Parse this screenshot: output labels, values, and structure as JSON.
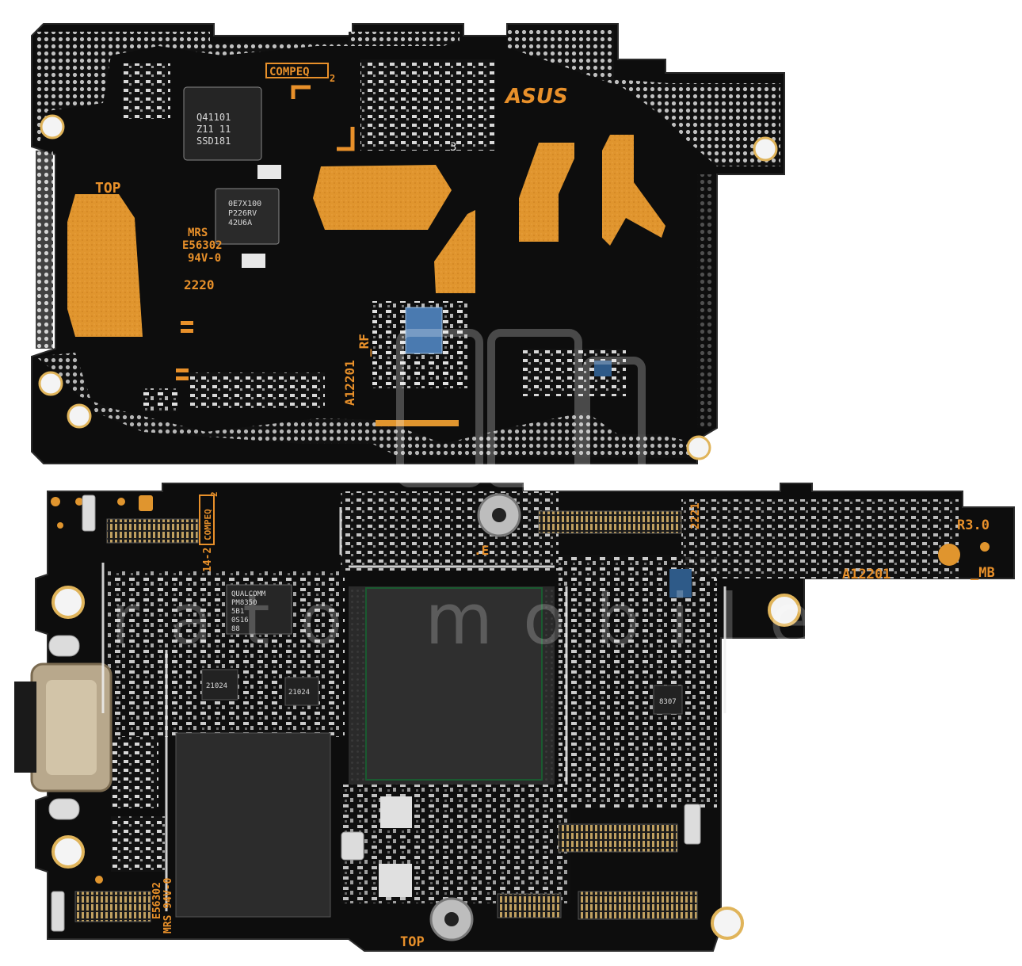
{
  "top_board": {
    "fab_mark": "COMPEQ",
    "fab_sub": "2",
    "brand": "ASUS",
    "top_label": "TOP",
    "ul_lines": [
      "MRS",
      "E56302",
      "94V-0",
      "2220"
    ],
    "part_number": "A12201",
    "part_suffix": "_RF",
    "marker": "3",
    "chip_lines": [
      "Q41101",
      "Z11 11",
      "SSD181"
    ],
    "chip2_lines": [
      "0E7X100",
      "P226RV",
      "42U6A"
    ]
  },
  "bottom_board": {
    "fab_mark": "COMPEQ",
    "fab_sub": "2",
    "rev_label": "R3.0",
    "part_number": "A12201",
    "part_suffix": "_MB",
    "date_code": "2221",
    "side_code": "14-2",
    "e_mark": ".E",
    "top_label": "TOP",
    "ul_lines": [
      "E56302",
      "MRS 94V-0"
    ],
    "pmic_lines": [
      "QUALCOMM",
      "PM8350",
      "5B1",
      "0S16",
      "88"
    ],
    "small_codes": [
      "21024",
      "21024",
      "8307"
    ]
  },
  "watermark": "rato mobile",
  "colors": {
    "pcb_black": "#0d0d0d",
    "copper": "#e0952e",
    "silkscreen": "#e8902a",
    "solder_pad": "#cfcfcf"
  }
}
